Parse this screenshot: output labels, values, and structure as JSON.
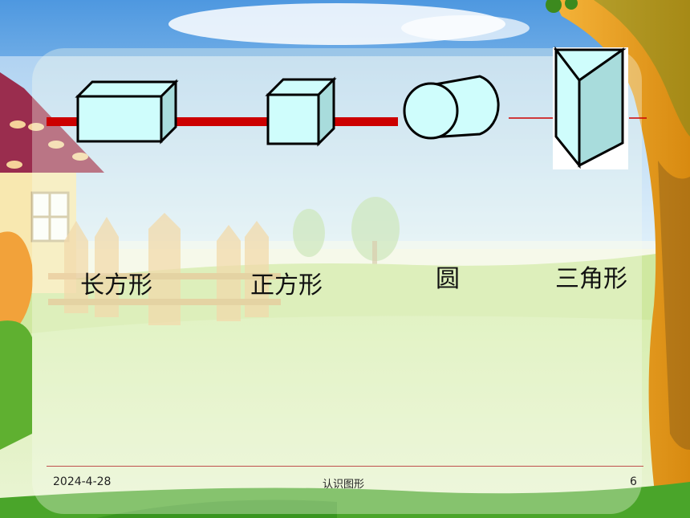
{
  "slide": {
    "shapes": [
      {
        "id": "cuboid",
        "label": "长方形"
      },
      {
        "id": "cube",
        "label": "正方形"
      },
      {
        "id": "cylinder",
        "label": "圆"
      },
      {
        "id": "triangular-prism",
        "label": "三角形"
      }
    ],
    "footer": {
      "date": "2024-4-28",
      "title": "认识图形",
      "page_number": "6"
    }
  },
  "colors": {
    "shape_fill": "#cffdfc",
    "shape_side": "#a8dcdc",
    "connector": "#cc0000",
    "sky": "#6fb0e8",
    "grass": "#9ccf5a",
    "tree": "#f0a020",
    "footer_line": "#c0504d"
  }
}
